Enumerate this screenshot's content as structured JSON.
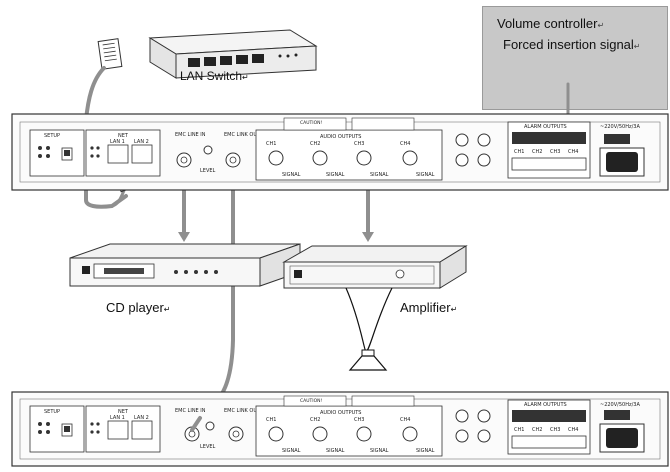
{
  "labels": {
    "lan_switch": "LAN Switch",
    "cd_player": "CD player",
    "amplifier": "Amplifier",
    "volume_controller": "Volume controller",
    "forced_insertion": "Forced insertion signal",
    "return_mark": "↵"
  },
  "panel": {
    "setup": "SETUP",
    "net": "NET",
    "lan1": "LAN 1",
    "lan2": "LAN 2",
    "emc_line_in": "EMC LINE IN",
    "emc_link_out": "EMC LINK OUT",
    "level": "LEVEL",
    "caution": "CAUTION!",
    "audio_outputs": "AUDIO OUTPUTS",
    "ch1": "CH1",
    "ch2": "CH2",
    "ch3": "CH3",
    "ch4": "CH4",
    "signal": "SIGNAL",
    "alarm_outputs": "ALARM OUTPUTS",
    "power": "~220V/50Hz/3A"
  },
  "colors": {
    "cable": "#8f8f8f",
    "annot_bg": "#c8c8c8",
    "device_line": "#333333"
  }
}
